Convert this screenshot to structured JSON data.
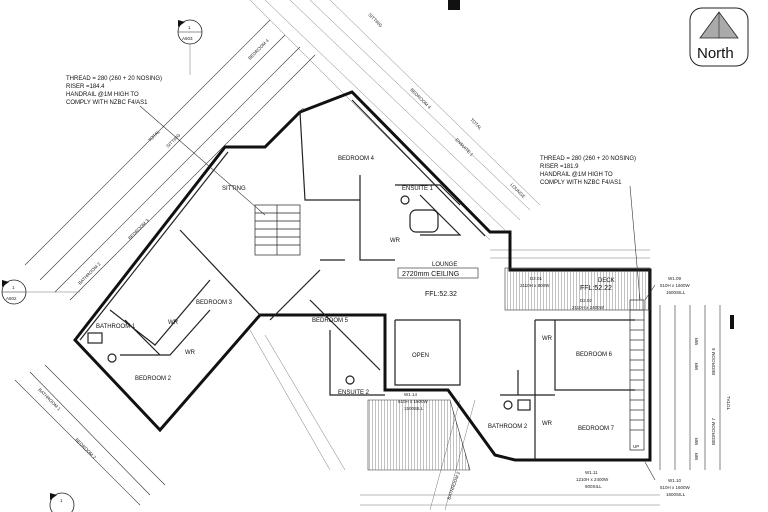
{
  "north": {
    "label": "North"
  },
  "section_markers": [
    {
      "id": "sec-top",
      "num": "1",
      "sheet": "A503"
    },
    {
      "id": "sec-left",
      "num": "1",
      "sheet": "A502"
    },
    {
      "id": "sec-bottom",
      "num": "1",
      "sheet": ""
    }
  ],
  "stair_notes": [
    {
      "id": "stair-note-left",
      "lines": [
        "THREAD = 280 (260 + 20 NOSING)",
        "RISER =184.4",
        "HANDRAIL @1M HIGH TO",
        "COMPLY WITH NZBC F4/AS1"
      ]
    },
    {
      "id": "stair-note-right",
      "lines": [
        "THREAD = 280 (260 + 20 NOSING)",
        "RISER =181.9",
        "HANDRAIL @1M HIGH TO",
        "COMPLY WITH NZBC F4/AS1"
      ]
    }
  ],
  "rooms": {
    "bedroom4": "BEDROOM 4",
    "ensuite1": "ENSUITE 1",
    "wr_top": "WR",
    "lounge": "LOUNGE",
    "ceiling": "2720mm CEILING",
    "ffl_lounge": "FFL:52.32",
    "sitting": "SITTING",
    "bedroom3": "BEDROOM 3",
    "bathroom1": "BATHROOM 1",
    "wr_b3": "WR",
    "wr_b2": "WR",
    "bedroom2": "BEDROOM 2",
    "bedroom5": "BEDROOM 5",
    "open": "OPEN",
    "ensuite2": "ENSUITE 2",
    "deck": "DECK",
    "ffl_deck": "FFL:52.22",
    "bedroom6": "BEDROOM 6",
    "wr_b6": "WR",
    "wr_b7": "WR",
    "bedroom7": "BEDROOM 7",
    "bathroom2": "BATHROOM 2",
    "up": "UP"
  },
  "windows": {
    "d201_code": "D2.01",
    "d201_size": "2110H x 800W",
    "d202_code": "D2.02",
    "d202_size": "2110H x 2400W",
    "w109_code": "W1.09",
    "w109_size": "510H x 1600W",
    "w109_sill": "1600SILL",
    "w114_code": "W1.14",
    "w114_size": "610H x 1600W",
    "w114_sill": "1500SILL",
    "w111_code": "W1.11",
    "w111_size": "1210H x 2400W",
    "w111_sill": "900SILL",
    "w110_code": "W1.10",
    "w110_size": "510H x 1600W",
    "w110_sill": "1600SILL"
  },
  "dimension_labels": {
    "top_sitting": "SITTING",
    "top_bedroom4": "BEDROOM 4",
    "top_ensuite1": "ENSUITE 1",
    "top_lounge": "LOUNGE",
    "top_total": "TOTAL",
    "left_sitting": "SITTING",
    "left_bedroom3": "BEDROOM 3",
    "left_bathroom2": "BATHROOM 2",
    "left_total": "TOTAL",
    "right_bedroom6": "BEDROOM 6",
    "right_bedroom7": "BEDROOM 7",
    "right_total": "TOTAL",
    "bottom_bathroom1": "BATHROOM 1",
    "bottom_bedroom2": "BEDROOM 2",
    "bottom_bathroom2": "BATHROOM 2",
    "top_wr": "WR",
    "right_wr1": "WR",
    "right_wr2": "WR",
    "right_wr3": "WR",
    "right_wr4": "WR"
  }
}
